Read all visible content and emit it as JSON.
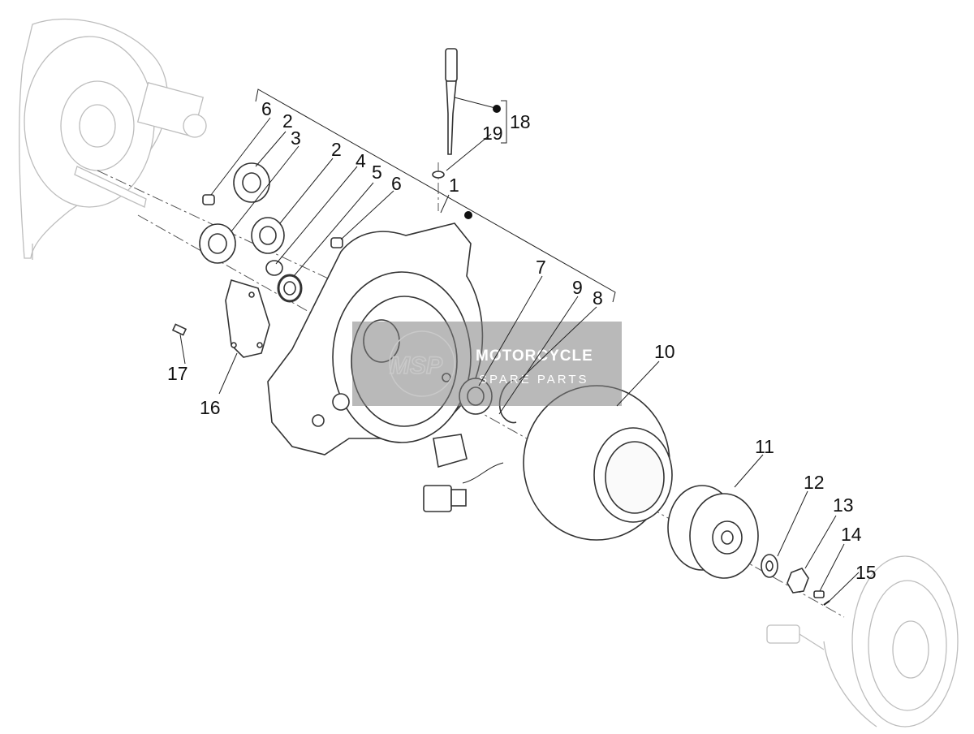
{
  "diagram": {
    "part_labels": [
      "1",
      "2",
      "2",
      "3",
      "4",
      "5",
      "6",
      "6",
      "7",
      "8",
      "9",
      "10",
      "11",
      "12",
      "13",
      "14",
      "15",
      "16",
      "17",
      "18",
      "19"
    ]
  },
  "watermark": {
    "logo_text": "MSP",
    "title": "MOTORCYCLE",
    "subtitle": "SPARE PARTS"
  },
  "colors": {
    "line": "#333333",
    "faint_line": "#bdbdbd",
    "watermark_box": "#808080"
  }
}
